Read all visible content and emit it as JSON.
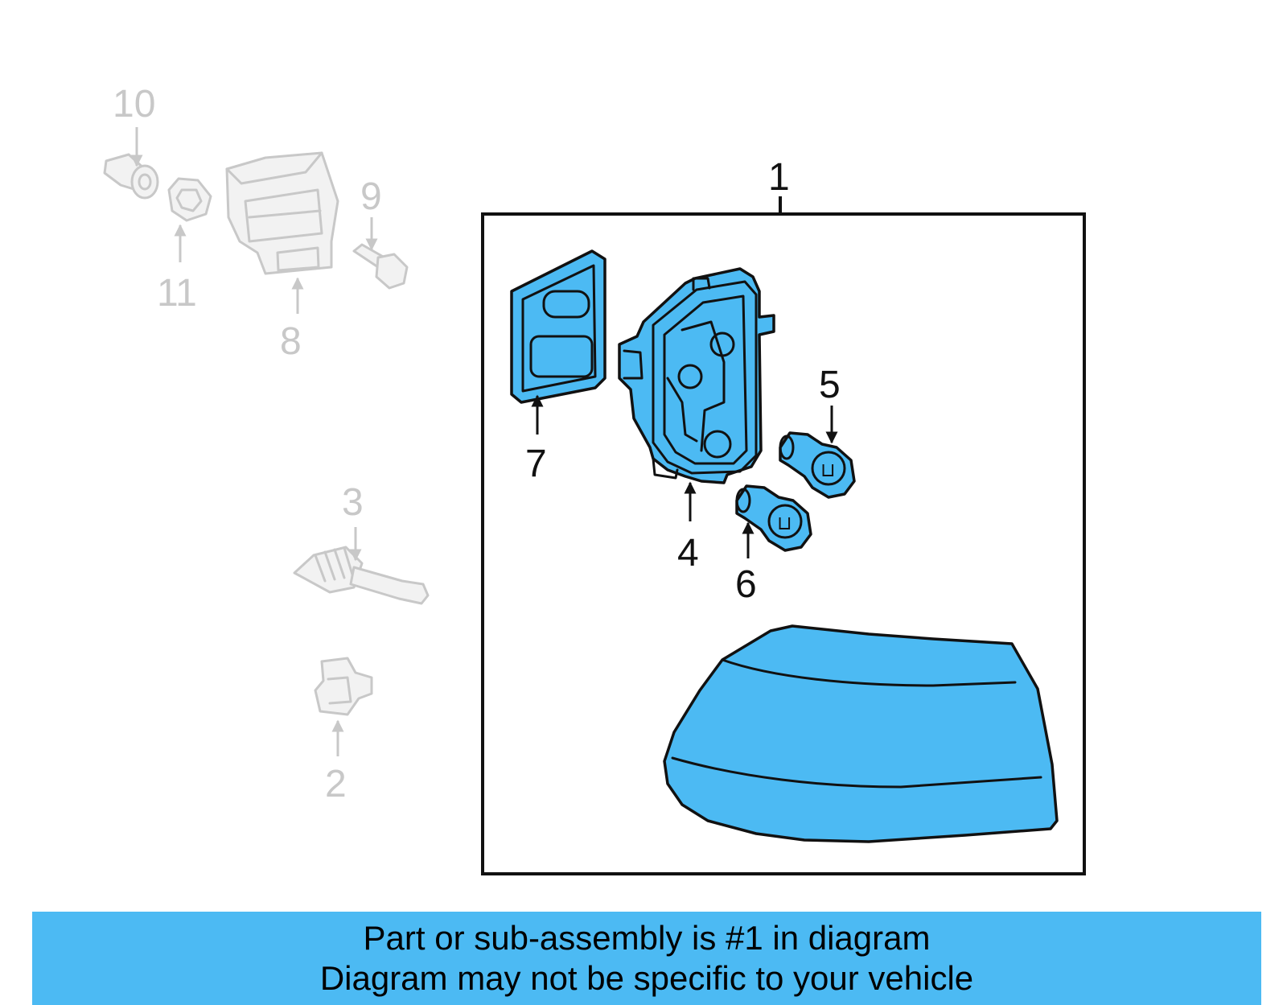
{
  "callouts": {
    "c1": "1",
    "c2": "2",
    "c3": "3",
    "c4": "4",
    "c5": "5",
    "c6": "6",
    "c7": "7",
    "c8": "8",
    "c9": "9",
    "c10": "10",
    "c11": "11"
  },
  "banner": {
    "line1": "Part or sub-assembly is #1 in diagram",
    "line2": "Diagram may not be specific to your vehicle"
  },
  "colors": {
    "highlight": "#4cbaf3",
    "muted_parts": "#c8c8c8",
    "outline": "#111111"
  }
}
